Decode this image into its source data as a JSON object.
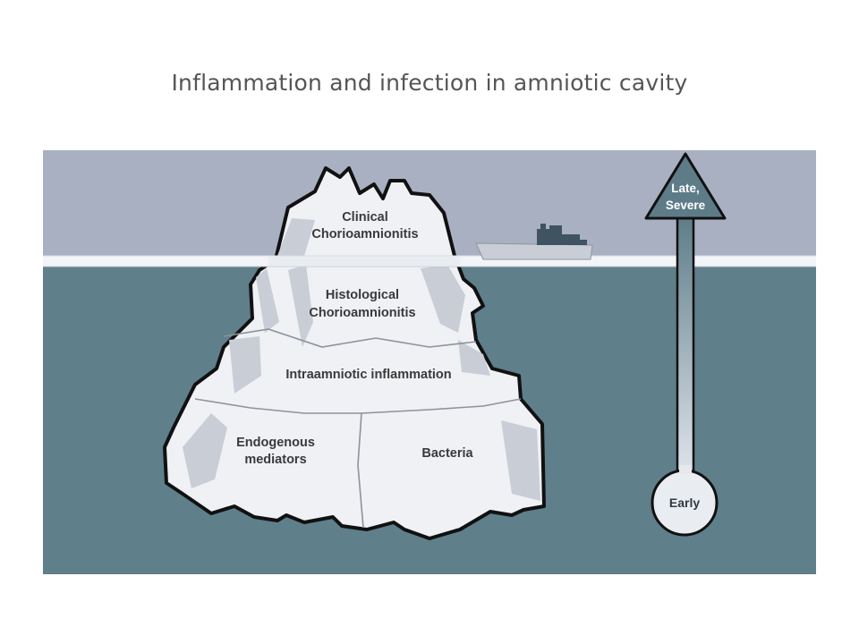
{
  "title": "Inflammation and infection in amniotic cavity",
  "iceberg_layers": {
    "tip": [
      "Clinical",
      "Chorioamnionitis"
    ],
    "histological": [
      "Histological",
      "Chorioamnionitis"
    ],
    "intraamniotic": "Intraamniotic inflammation",
    "endogenous": [
      "Endogenous",
      "mediators"
    ],
    "bacteria": "Bacteria"
  },
  "arrow_scale": {
    "top": [
      "Late,",
      "Severe"
    ],
    "bottom": "Early"
  },
  "colors": {
    "sky": "#a9b0c1",
    "water": "#5f7f8a",
    "ice": "#eff1f4",
    "ice_shadow": "#c9cdd6",
    "arrow_dark": "#5d7c88",
    "arrow_light": "#d8dde5"
  }
}
